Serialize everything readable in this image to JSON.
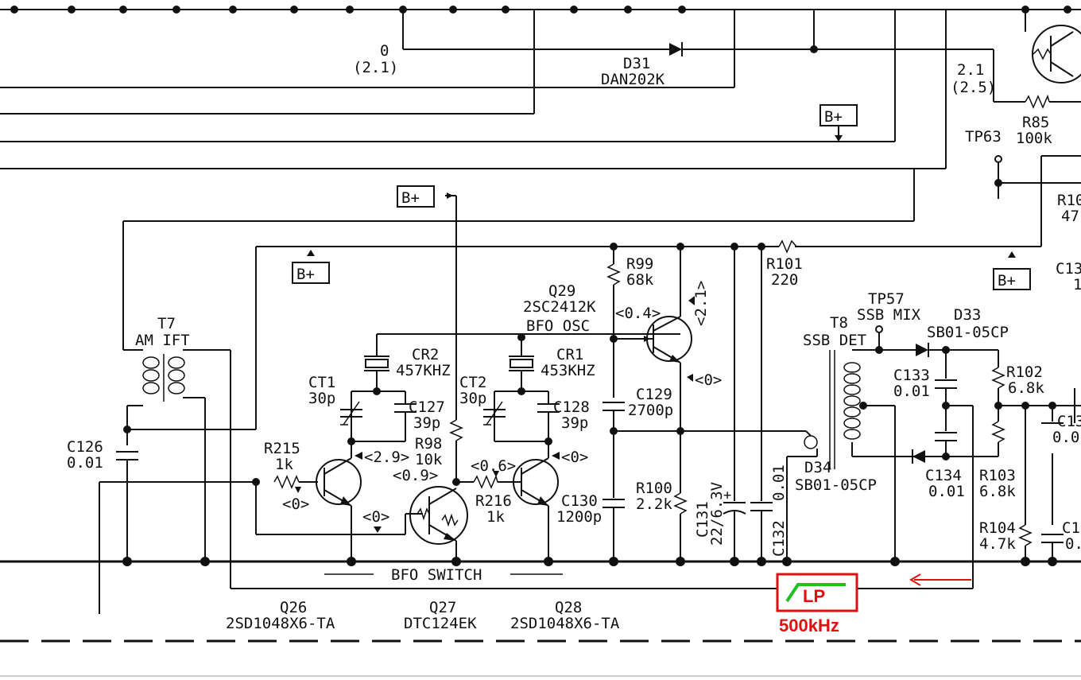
{
  "labels": {
    "volt_0": "0",
    "volt_2_1_paren": "(2.1)",
    "d31_ref": "D31",
    "d31_part": "DAN202K",
    "volt_2_1": "2.1",
    "volt_2_5": "(2.5)",
    "r85_ref": "R85",
    "r85_val": "100k",
    "tp63": "TP63",
    "r10_partial": "R10",
    "r10_val_partial": "47",
    "bplus": "B+",
    "r99_ref": "R99",
    "r99_val": "68k",
    "r101_ref": "R101",
    "r101_val": "220",
    "c13_partial": "C13",
    "c13_val_partial": "1",
    "q29_ref": "Q29",
    "q29_part": "2SC2412K",
    "q29_func": "BFO OSC",
    "q29_base_v": "<0.4>",
    "q29_coll_v": "<2.1>",
    "q29_emit_v": "<0>",
    "tp57": "TP57",
    "ssb_mix": "SSB MIX",
    "d33_ref": "D33",
    "d33_part": "SB01-05CP",
    "t8_ref": "T8",
    "t8_func": "SSB DET",
    "t7_ref": "T7",
    "t7_func": "AM IFT",
    "cr2_ref": "CR2",
    "cr2_val": "457KHZ",
    "cr1_ref": "CR1",
    "cr1_val": "453KHZ",
    "ct1_ref": "CT1",
    "ct1_val": "30p",
    "ct2_ref": "CT2",
    "ct2_val": "30p",
    "c127_ref": "C127",
    "c127_val": "39p",
    "c128_ref": "C128",
    "c128_val": "39p",
    "c129_ref": "C129",
    "c129_val": "2700p",
    "c133_ref": "C133",
    "c133_val": "0.01",
    "r102_ref": "R102",
    "r102_val": "6.8k",
    "c126_ref": "C126",
    "c126_val": "0.01",
    "r215_ref": "R215",
    "r215_val": "1k",
    "r98_ref": "R98",
    "r98_val": "10k",
    "q26_coll_v": "<2.9>",
    "q26_base_v": "<0>",
    "q27_base_v": "<0.9>",
    "q27_v2": "<0>",
    "q28_base_v": "<0.6>",
    "q28_coll_v": "<0>",
    "r216_ref": "R216",
    "r216_val": "1k",
    "r100_ref": "R100",
    "r100_val": "2.2k",
    "c131_ref": "C131",
    "c131_val": "22/6.3V",
    "c132_ref": "C132",
    "c132_val": "0.01",
    "d34_ref": "D34",
    "d34_part": "SB01-05CP",
    "c134_ref": "C134",
    "c134_val": "0.01",
    "r103_ref": "R103",
    "r103_val": "6.8k",
    "r104_ref": "R104",
    "r104_val": "4.7k",
    "c130_ref": "C130",
    "c130_val": "1200p",
    "bfo_switch": "BFO SWITCH",
    "q26_ref": "Q26",
    "q26_part": "2SD1048X6-TA",
    "q27_ref": "Q27",
    "q27_part": "DTC124EK",
    "q28_ref": "Q28",
    "q28_part": "2SD1048X6-TA",
    "c13x_partial": "C13",
    "c13x_val": "0.0",
    "c1x_partial": "C1",
    "c1x_val": "0."
  },
  "annotation": {
    "lp_label": "LP",
    "freq_label": "500kHz",
    "color": "#e01010",
    "filter_icon_color": "#20c020"
  }
}
